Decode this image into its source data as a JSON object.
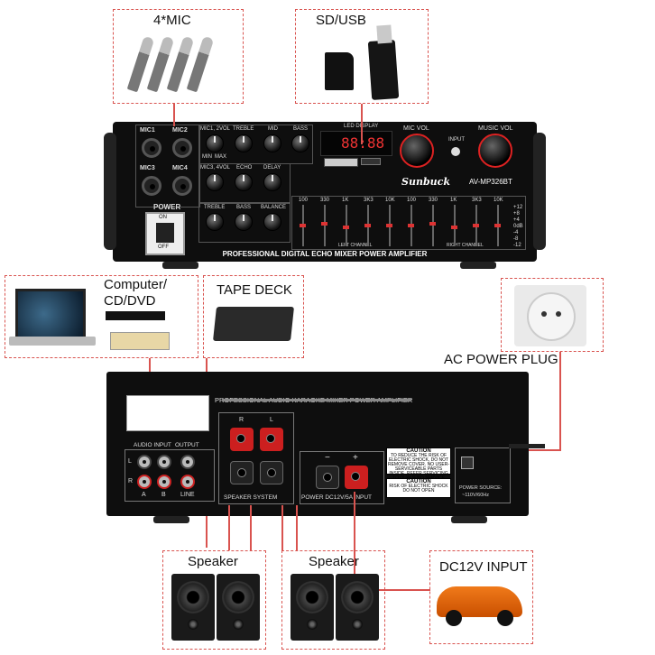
{
  "labels": {
    "mic": "4*MIC",
    "sdusb": "SD/USB",
    "computer": "Computer/\nCD/DVD",
    "tape_deck": "TAPE DECK",
    "ac_plug": "AC POWER PLUG",
    "speaker_left": "Speaker",
    "speaker_right": "Speaker",
    "dc_input": "DC12V INPUT"
  },
  "front_panel": {
    "mic_labels": [
      "MIC1",
      "MIC2",
      "MIC3",
      "MIC4"
    ],
    "power_label": "POWER",
    "power_on": "ON",
    "power_off": "OFF",
    "knobs_row1": [
      "MIC1, 2VOL",
      "TREBLE",
      "MID",
      "BASS"
    ],
    "knobs_row2": [
      "MIC3, 4VOL",
      "ECHO",
      "DELAY"
    ],
    "knobs_row3": [
      "TREBLE",
      "BASS",
      "BALANCE"
    ],
    "min": "MIN",
    "max": "MAX",
    "led_display": "LED DISPLAY",
    "display_digits": "88:88",
    "brand": "Sunbuck",
    "model": "AV-MP326BT",
    "mic_vol": "MIC VOL",
    "music_vol": "MUSIC VOL",
    "input": "INPUT",
    "eq_freqs": [
      "100",
      "330",
      "1K",
      "3K3",
      "10K",
      "100",
      "330",
      "1K",
      "3K3",
      "10K"
    ],
    "eq_scale": [
      "+12",
      "+8",
      "+4",
      "0dB",
      "-4",
      "-8",
      "-12"
    ],
    "left_channel": "LEFT CHANNEL",
    "right_channel": "RIGHT CHANNEL",
    "footer": "PROFESSIONAL DIGITAL ECHO MIXER POWER AMPLIFIER"
  },
  "rear_panel": {
    "title_strip": "PROFESSIONAL AUDIO KARAOKE MIXER POWER AMPLIFIER",
    "audio_input": "AUDIO INPUT",
    "output": "OUTPUT",
    "line": "LINE",
    "ch_a": "A",
    "ch_b": "B",
    "l": "L",
    "r": "R",
    "speaker_system": "SPEAKER SYSTEM",
    "power_dc": "POWER DC12V/5A INPUT",
    "minus": "−",
    "plus": "+",
    "caution": "CAUTION",
    "caution_text": "TO REDUCE THE RISK OF ELECTRIC SHOCK, DO NOT REMOVE COVER. NO USER-SERVICEABLE PARTS INSIDE. REFER SERVICING TO QUALIFIED SERVICE PERSONNEL.",
    "caution2_text": "RISK OF ELECTRIC SHOCK DO NOT OPEN",
    "power_source": "POWER SOURCE:",
    "power_source_value": "~110V/60Hz"
  },
  "colors": {
    "dash": "#d9534f",
    "amp_body": "#0e0e0e",
    "red_post": "#cc1f1f"
  }
}
